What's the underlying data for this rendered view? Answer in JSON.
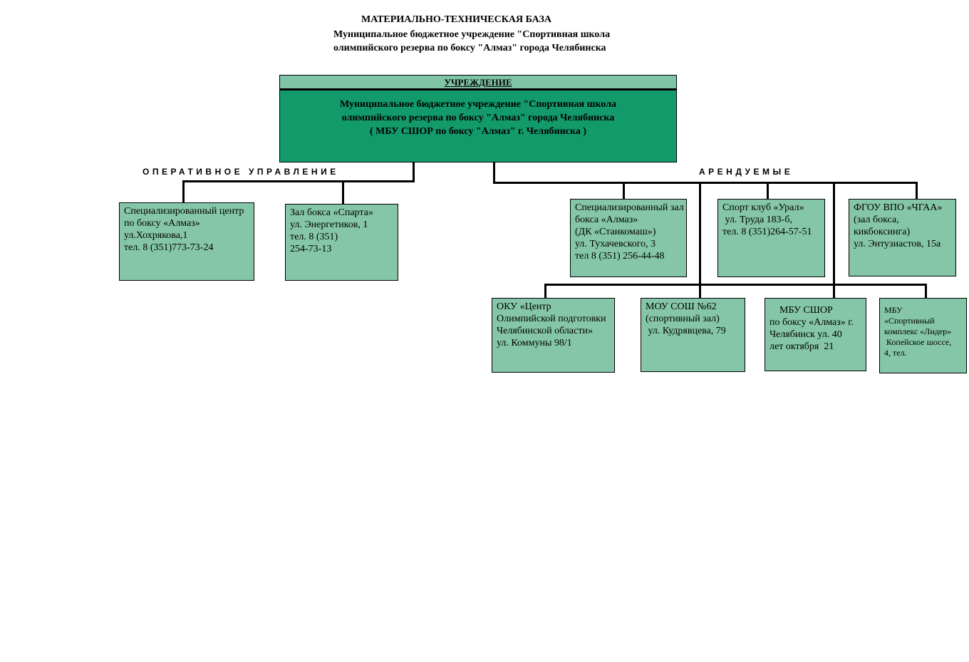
{
  "header": {
    "title": "МАТЕРИАЛЬНО-ТЕХНИЧЕСКАЯ БАЗА",
    "subtitle_line1": "Муниципальное бюджетное учреждение \"Спортивная школа",
    "subtitle_line2": "олимпийского резерва по боксу \"Алмаз\" города Челябинска"
  },
  "root": {
    "band_label": "УЧРЕЖДЕНИЕ",
    "name_line1": "Муниципальное бюджетное учреждение \"Спортивная школа",
    "name_line2": "олимпийского резерва по боксу \"Алмаз\" города Челябинска",
    "name_line3": "( МБУ СШОР по боксу \"Алмаз\" г. Челябинска )"
  },
  "sections": {
    "operational": "ОПЕРАТИВНОЕ УПРАВЛЕНИЕ",
    "rented": "АРЕНДУЕМЫЕ"
  },
  "operational_units": [
    {
      "lines": [
        "Специализированный центр",
        "по боксу «Алмаз»",
        "ул.Хохрякова,1",
        "тел. 8 (351)773-73-24"
      ]
    },
    {
      "lines": [
        "Зал бокса «Спарта»",
        "ул. Энергетиков, 1",
        "тел. 8 (351)",
        "254-73-13"
      ]
    }
  ],
  "rented_units_top": [
    {
      "lines": [
        "Специализированный зал",
        "бокса «Алмаз»",
        "(ДК «Станкомаш»)",
        "ул. Тухачевского, 3",
        "тел 8 (351) 256-44-48"
      ]
    },
    {
      "lines": [
        "Спорт клуб «Урал»",
        " ул. Труда 183-б,",
        "тел. 8 (351)264-57-51"
      ]
    },
    {
      "lines": [
        "ФГОУ ВПО «ЧГАА»",
        "(зал бокса,",
        "кикбоксинга)",
        "ул. Энтузиастов, 15а"
      ]
    }
  ],
  "rented_units_bottom": [
    {
      "lines": [
        "ОКУ «Центр",
        "Олимпийской подготовки",
        "Челябинской области»",
        "ул. Коммуны 98/1"
      ]
    },
    {
      "lines": [
        "МОУ СОШ №62",
        "(спортивный зал)",
        " ул. Кудрявцева, 79"
      ]
    },
    {
      "lines": [
        "    МБУ СШОР",
        "по боксу «Алмаз» г.",
        "Челябинск ул. 40",
        "лет октября  21"
      ]
    },
    {
      "lines": [
        "МБУ",
        "«Спортивный",
        "комплекс «Лидер»",
        " Копейское шоссе,",
        "4, тел."
      ]
    }
  ],
  "colors": {
    "root_fill": "#129a6a",
    "band_fill": "#7fc4a6",
    "card_fill": "#85c6a8",
    "line": "#000000"
  }
}
